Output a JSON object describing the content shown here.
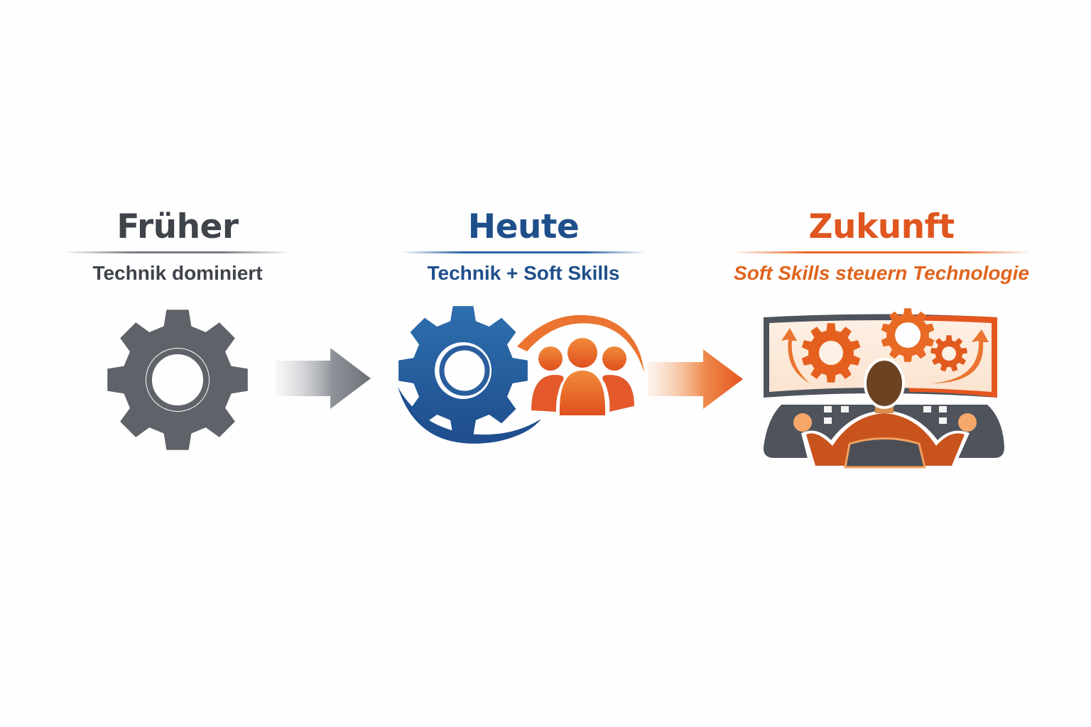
{
  "stages": [
    {
      "title": "Früher",
      "subtitle": "Technik dominiert",
      "color": "#5f6369"
    },
    {
      "title": "Heute",
      "subtitle": "Technik + Soft Skills",
      "color": "#2a5e9e"
    },
    {
      "title": "Zukunft",
      "subtitle": "Soft Skills steuern Technologie",
      "color": "#e8672a"
    }
  ],
  "icons": [
    "gear-icon",
    "gear-and-team-icon",
    "operator-at-control-console-icon"
  ]
}
